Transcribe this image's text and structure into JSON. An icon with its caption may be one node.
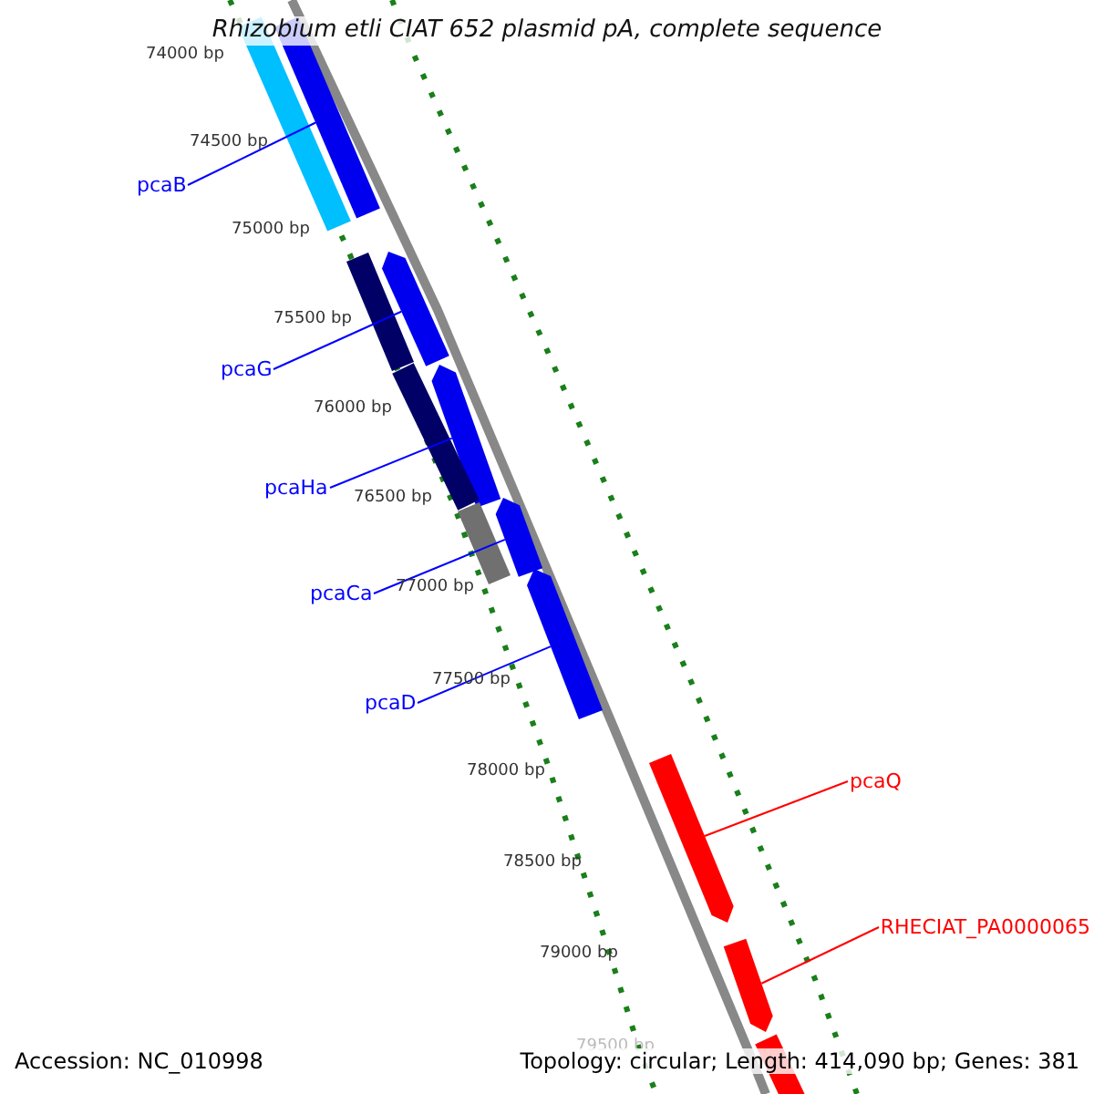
{
  "diagram": {
    "title": "Rhizobium etli CIAT 652 plasmid pA, complete sequence",
    "nodes": [
      {
        "text": [
          "pcaB"
        ]
      },
      {
        "text": [
          "pcaG"
        ]
      },
      {
        "text": [
          "pcaHa"
        ]
      },
      {
        "text": [
          "pcaCa"
        ]
      },
      {
        "text": [
          "pcaD"
        ]
      },
      {
        "text": [
          "pcaQ"
        ]
      },
      {
        "text": [
          "RHECIAT_PA0000065"
        ]
      },
      {
        "text": [],
        "shape": "bar"
      },
      {
        "text": [],
        "shape": "bar"
      },
      {
        "text": [],
        "shape": "bar"
      },
      {
        "text": [],
        "shape": "bar"
      },
      {
        "text": [],
        "shape": "bar"
      },
      {
        "text": [],
        "shape": "bar"
      },
      {
        "text": [],
        "shape": "bar"
      },
      {
        "text": [],
        "shape": "bar"
      },
      {
        "text": [],
        "shape": "bar"
      },
      {
        "text": [],
        "shape": "bar"
      },
      {
        "text": [],
        "shape": "bar"
      },
      {
        "text": [],
        "shape": "bar"
      }
    ],
    "edges": [
      {
        "from": 0,
        "to": 7,
        "arrow": "none"
      },
      {
        "from": 1,
        "to": 8,
        "arrow": "none"
      },
      {
        "from": 2,
        "to": 9,
        "arrow": "none"
      },
      {
        "from": 3,
        "to": 10,
        "arrow": "none"
      },
      {
        "from": 4,
        "to": 11,
        "arrow": "none"
      },
      {
        "from": 5,
        "to": 12,
        "arrow": "none",
        "color": "#ff0000"
      },
      {
        "from": 6,
        "to": 13,
        "arrow": "none",
        "color": "#ff0000"
      }
    ],
    "labels": [
      "74000 bp",
      "74500 bp",
      "75000 bp",
      "75500 bp",
      "76000 bp",
      "76500 bp",
      "77000 bp",
      "77500 bp",
      "78000 bp",
      "78500 bp",
      "79000 bp",
      "79500 bp",
      "Accession: NC_010998",
      "Topology: circular; Length: 414,090 bp; Genes: 381"
    ]
  }
}
